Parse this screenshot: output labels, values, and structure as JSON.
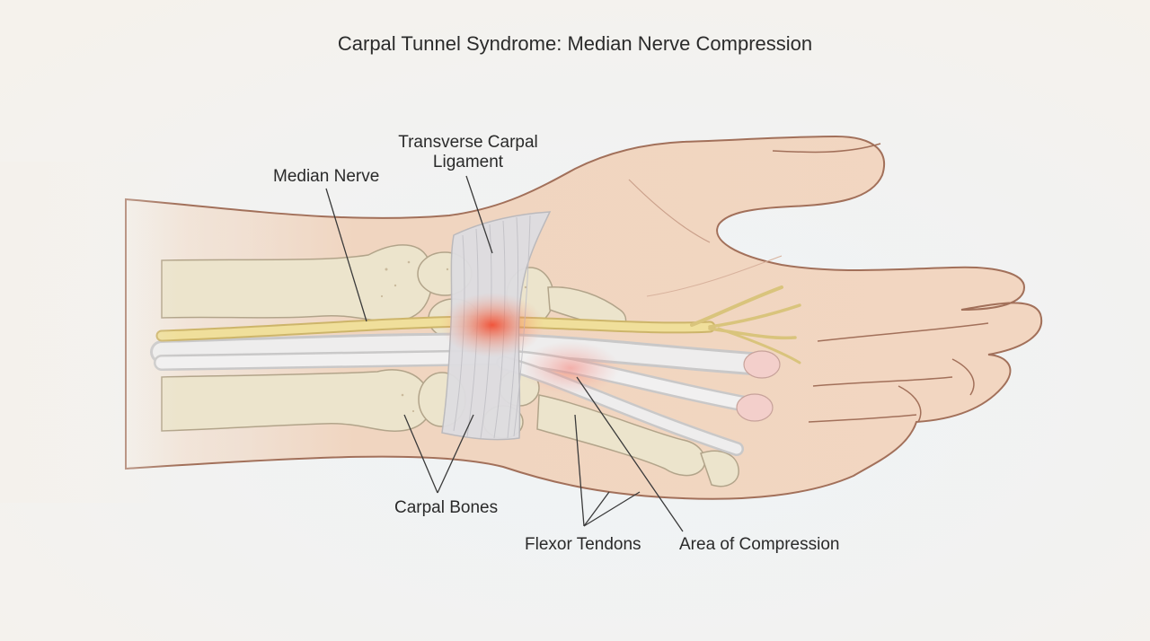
{
  "title": "Carpal Tunnel Syndrome: Median Nerve Compression",
  "labels": {
    "median_nerve": "Median Nerve",
    "transverse_carpal_ligament_line1": "Transverse Carpal",
    "transverse_carpal_ligament_line2": "Ligament",
    "carpal_bones": "Carpal Bones",
    "flexor_tendons": "Flexor Tendons",
    "area_of_compression": "Area of Compression"
  },
  "colors": {
    "background": "#f3f4f1",
    "skin": "#f1d6c0",
    "skin_outline": "#9a6a55",
    "bone": "#ece4cc",
    "nerve": "#ecd98f",
    "tendon": "#e4e2e2",
    "ligament": "#dfdfe2",
    "compression": "#f05a3a"
  }
}
